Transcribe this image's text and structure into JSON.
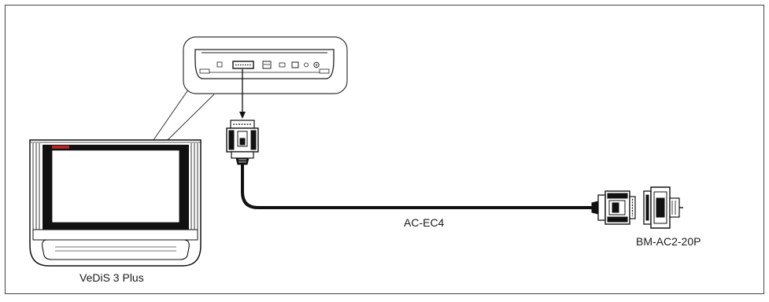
{
  "diagram": {
    "labels": {
      "device": "VeDiS 3 Plus",
      "cable": "AC-EC4",
      "adapter": "BM-AC2-20P"
    }
  }
}
